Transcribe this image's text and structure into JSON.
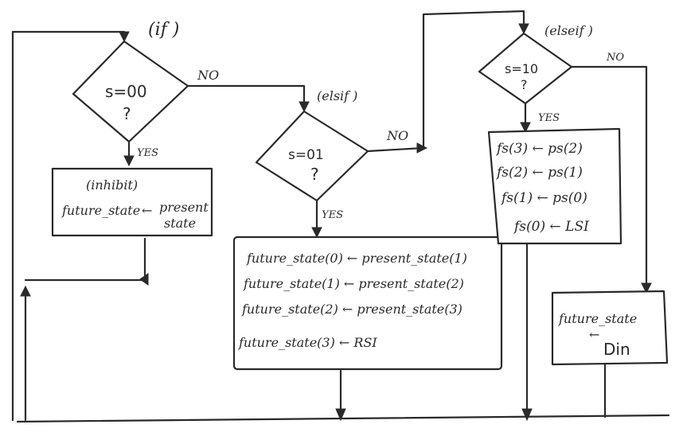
{
  "branch_if": "(if )",
  "branch_elseif_1": "(elsif )",
  "branch_elseif_2": "(elseif )",
  "decision_1": {
    "condition": "s=00",
    "question": "?",
    "no_label": "NO",
    "yes_label": "YES"
  },
  "decision_2": {
    "condition": "s=01",
    "question": "?",
    "no_label": "NO",
    "yes_label": "YES"
  },
  "decision_3": {
    "condition": "s=10",
    "question": "?",
    "no_label": "NO",
    "yes_label": "YES"
  },
  "box_inhibit": {
    "title": "(inhibit)",
    "line_left": "future_state",
    "arrow": "←",
    "line_right_1": "present",
    "line_right_2": "state"
  },
  "box_shift_right": {
    "lines": [
      "future_state(0) ← present_state(1)",
      "future_state(1) ← present_state(2)",
      "future_state(2) ← present_state(3)",
      "future_state(3) ←  RSI"
    ]
  },
  "box_shift_left": {
    "lines": [
      "fs(3) ← ps(2)",
      "fs(2) ← ps(1)",
      "fs(1) ← ps(0)",
      "fs(0) ← LSI"
    ]
  },
  "box_load": {
    "line_1": "future_state",
    "arrow": "←",
    "line_2": "Din"
  }
}
